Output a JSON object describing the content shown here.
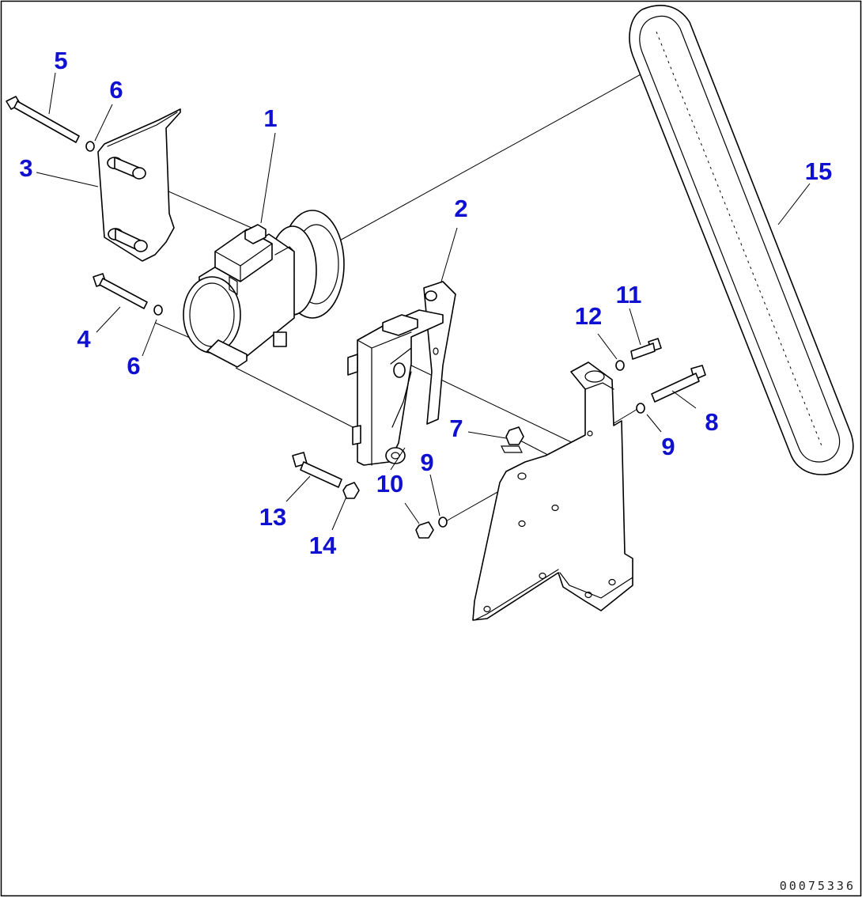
{
  "drawing": {
    "reference_number": "00075336"
  },
  "callouts": [
    {
      "id": "c1",
      "label": "1"
    },
    {
      "id": "c2",
      "label": "2"
    },
    {
      "id": "c3",
      "label": "3"
    },
    {
      "id": "c4",
      "label": "4"
    },
    {
      "id": "c5",
      "label": "5"
    },
    {
      "id": "c6a",
      "label": "6"
    },
    {
      "id": "c6b",
      "label": "6"
    },
    {
      "id": "c7",
      "label": "7"
    },
    {
      "id": "c8",
      "label": "8"
    },
    {
      "id": "c9a",
      "label": "9"
    },
    {
      "id": "c9b",
      "label": "9"
    },
    {
      "id": "c10",
      "label": "10"
    },
    {
      "id": "c11",
      "label": "11"
    },
    {
      "id": "c12",
      "label": "12"
    },
    {
      "id": "c13",
      "label": "13"
    },
    {
      "id": "c14",
      "label": "14"
    },
    {
      "id": "c15",
      "label": "15"
    }
  ],
  "colors": {
    "callout_text": "#1010d0",
    "line_art": "#000000",
    "background": "#ffffff"
  }
}
